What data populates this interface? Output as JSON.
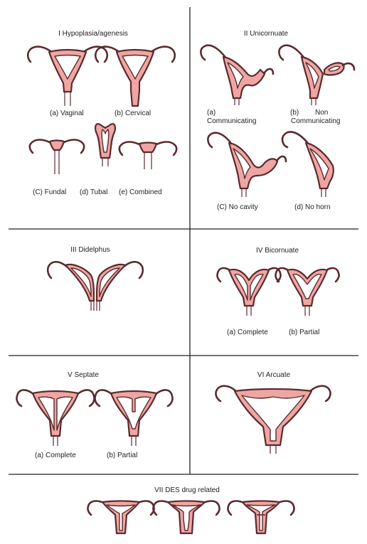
{
  "panels": {
    "p1": {
      "title": "I   Hypoplasia/agenesis",
      "labels": [
        "(a) Vaginal",
        "(b) Cervical",
        "(C) Fundal",
        "(d) Tubal",
        "(e) Combined"
      ]
    },
    "p2": {
      "title": "II   Unicornuate",
      "labels": [
        "(a)",
        "Communicating",
        "(b)",
        "Non",
        "Communicating",
        "(C) No cavity",
        "(d) No horn"
      ]
    },
    "p3": {
      "title": "III   Didelphus"
    },
    "p4": {
      "title": "IV   Bicornuate",
      "labels": [
        "(a) Complete",
        "(b) Partial"
      ]
    },
    "p5": {
      "title": "V   Septate",
      "labels": [
        "(a) Complete",
        "(b) Partial"
      ]
    },
    "p6": {
      "title": "VI  Arcuate"
    },
    "p7": {
      "title": "VII   DES drug related"
    }
  },
  "colors": {
    "tissue": "#efa6a2",
    "outline": "#5a2a2e",
    "lines": "#222222"
  }
}
